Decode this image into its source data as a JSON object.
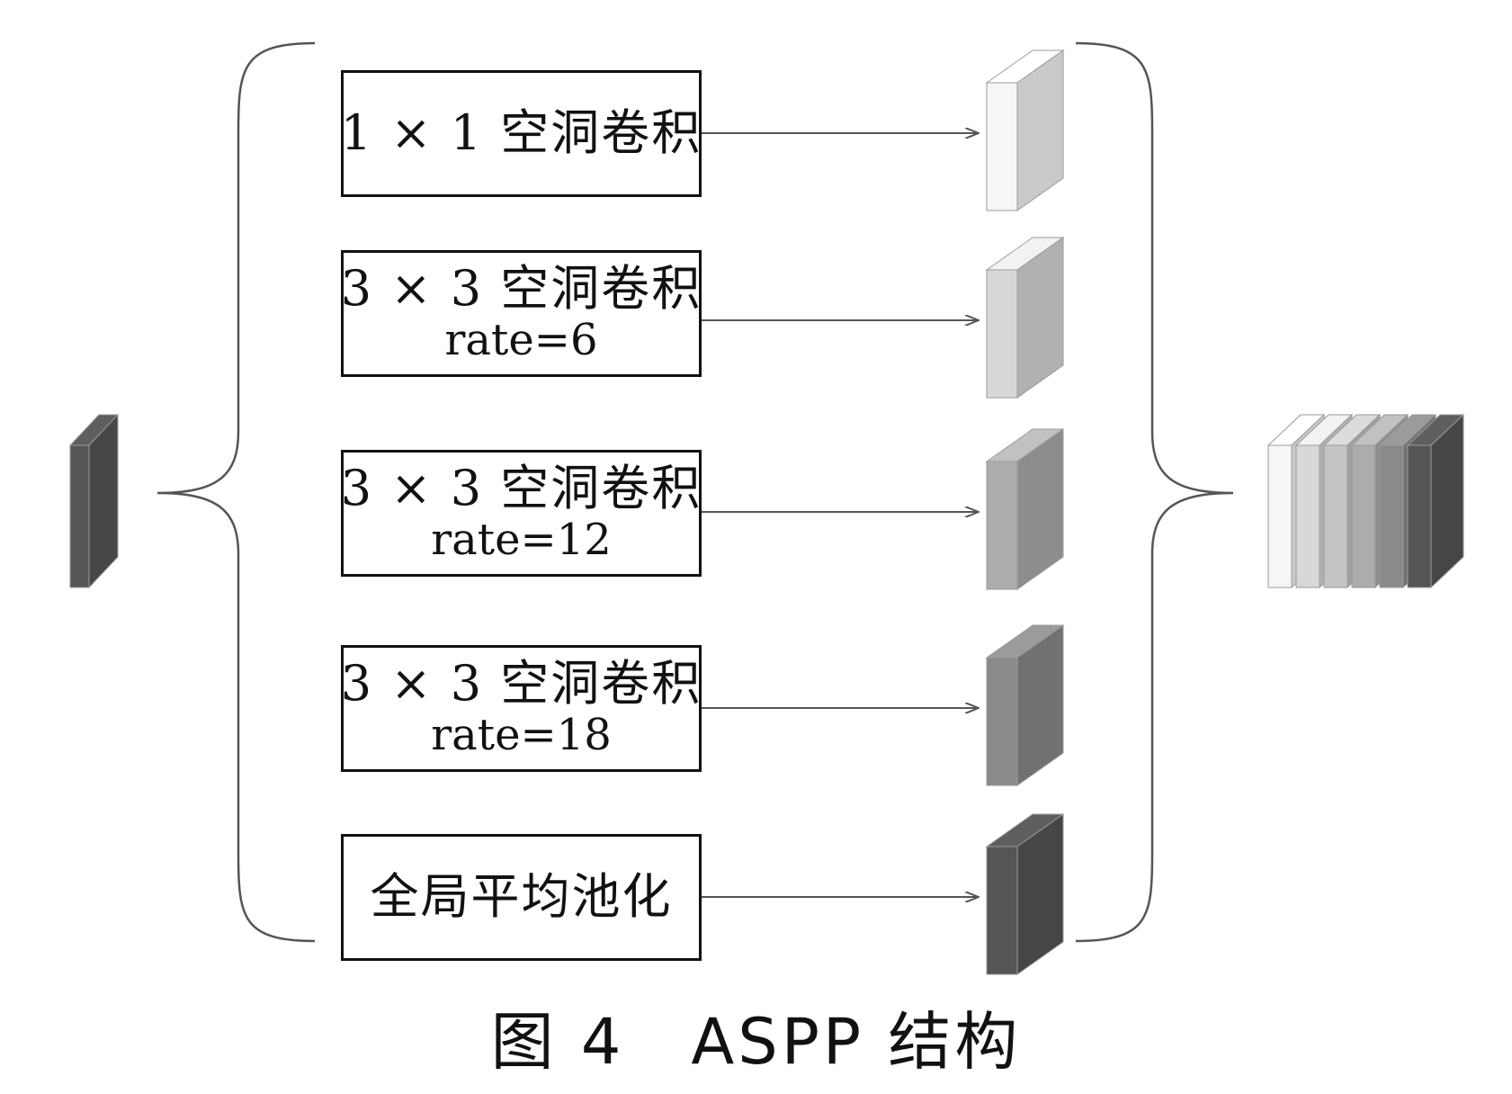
{
  "input": {
    "color": "#555555"
  },
  "branches": [
    {
      "main": "1 × 1 空洞卷积",
      "rate": "",
      "color": "#f6f6f6"
    },
    {
      "main": "3 × 3 空洞卷积",
      "rate": "rate=6",
      "color": "#d8d8d8"
    },
    {
      "main": "3 × 3 空洞卷积",
      "rate": "rate=12",
      "color": "#acacac"
    },
    {
      "main": "3 × 3 空洞卷积",
      "rate": "rate=18",
      "color": "#8a8a8a"
    },
    {
      "main": "全局平均池化",
      "rate": "",
      "color": "#555555"
    }
  ],
  "output": {
    "colors": [
      "#f6f6f6",
      "#d8d8d8",
      "#c4c4c4",
      "#acacac",
      "#8a8a8a",
      "#555555"
    ]
  },
  "caption": "图 4　ASPP 结构",
  "colors": {
    "line": "#555555",
    "box_border": "#111111"
  }
}
